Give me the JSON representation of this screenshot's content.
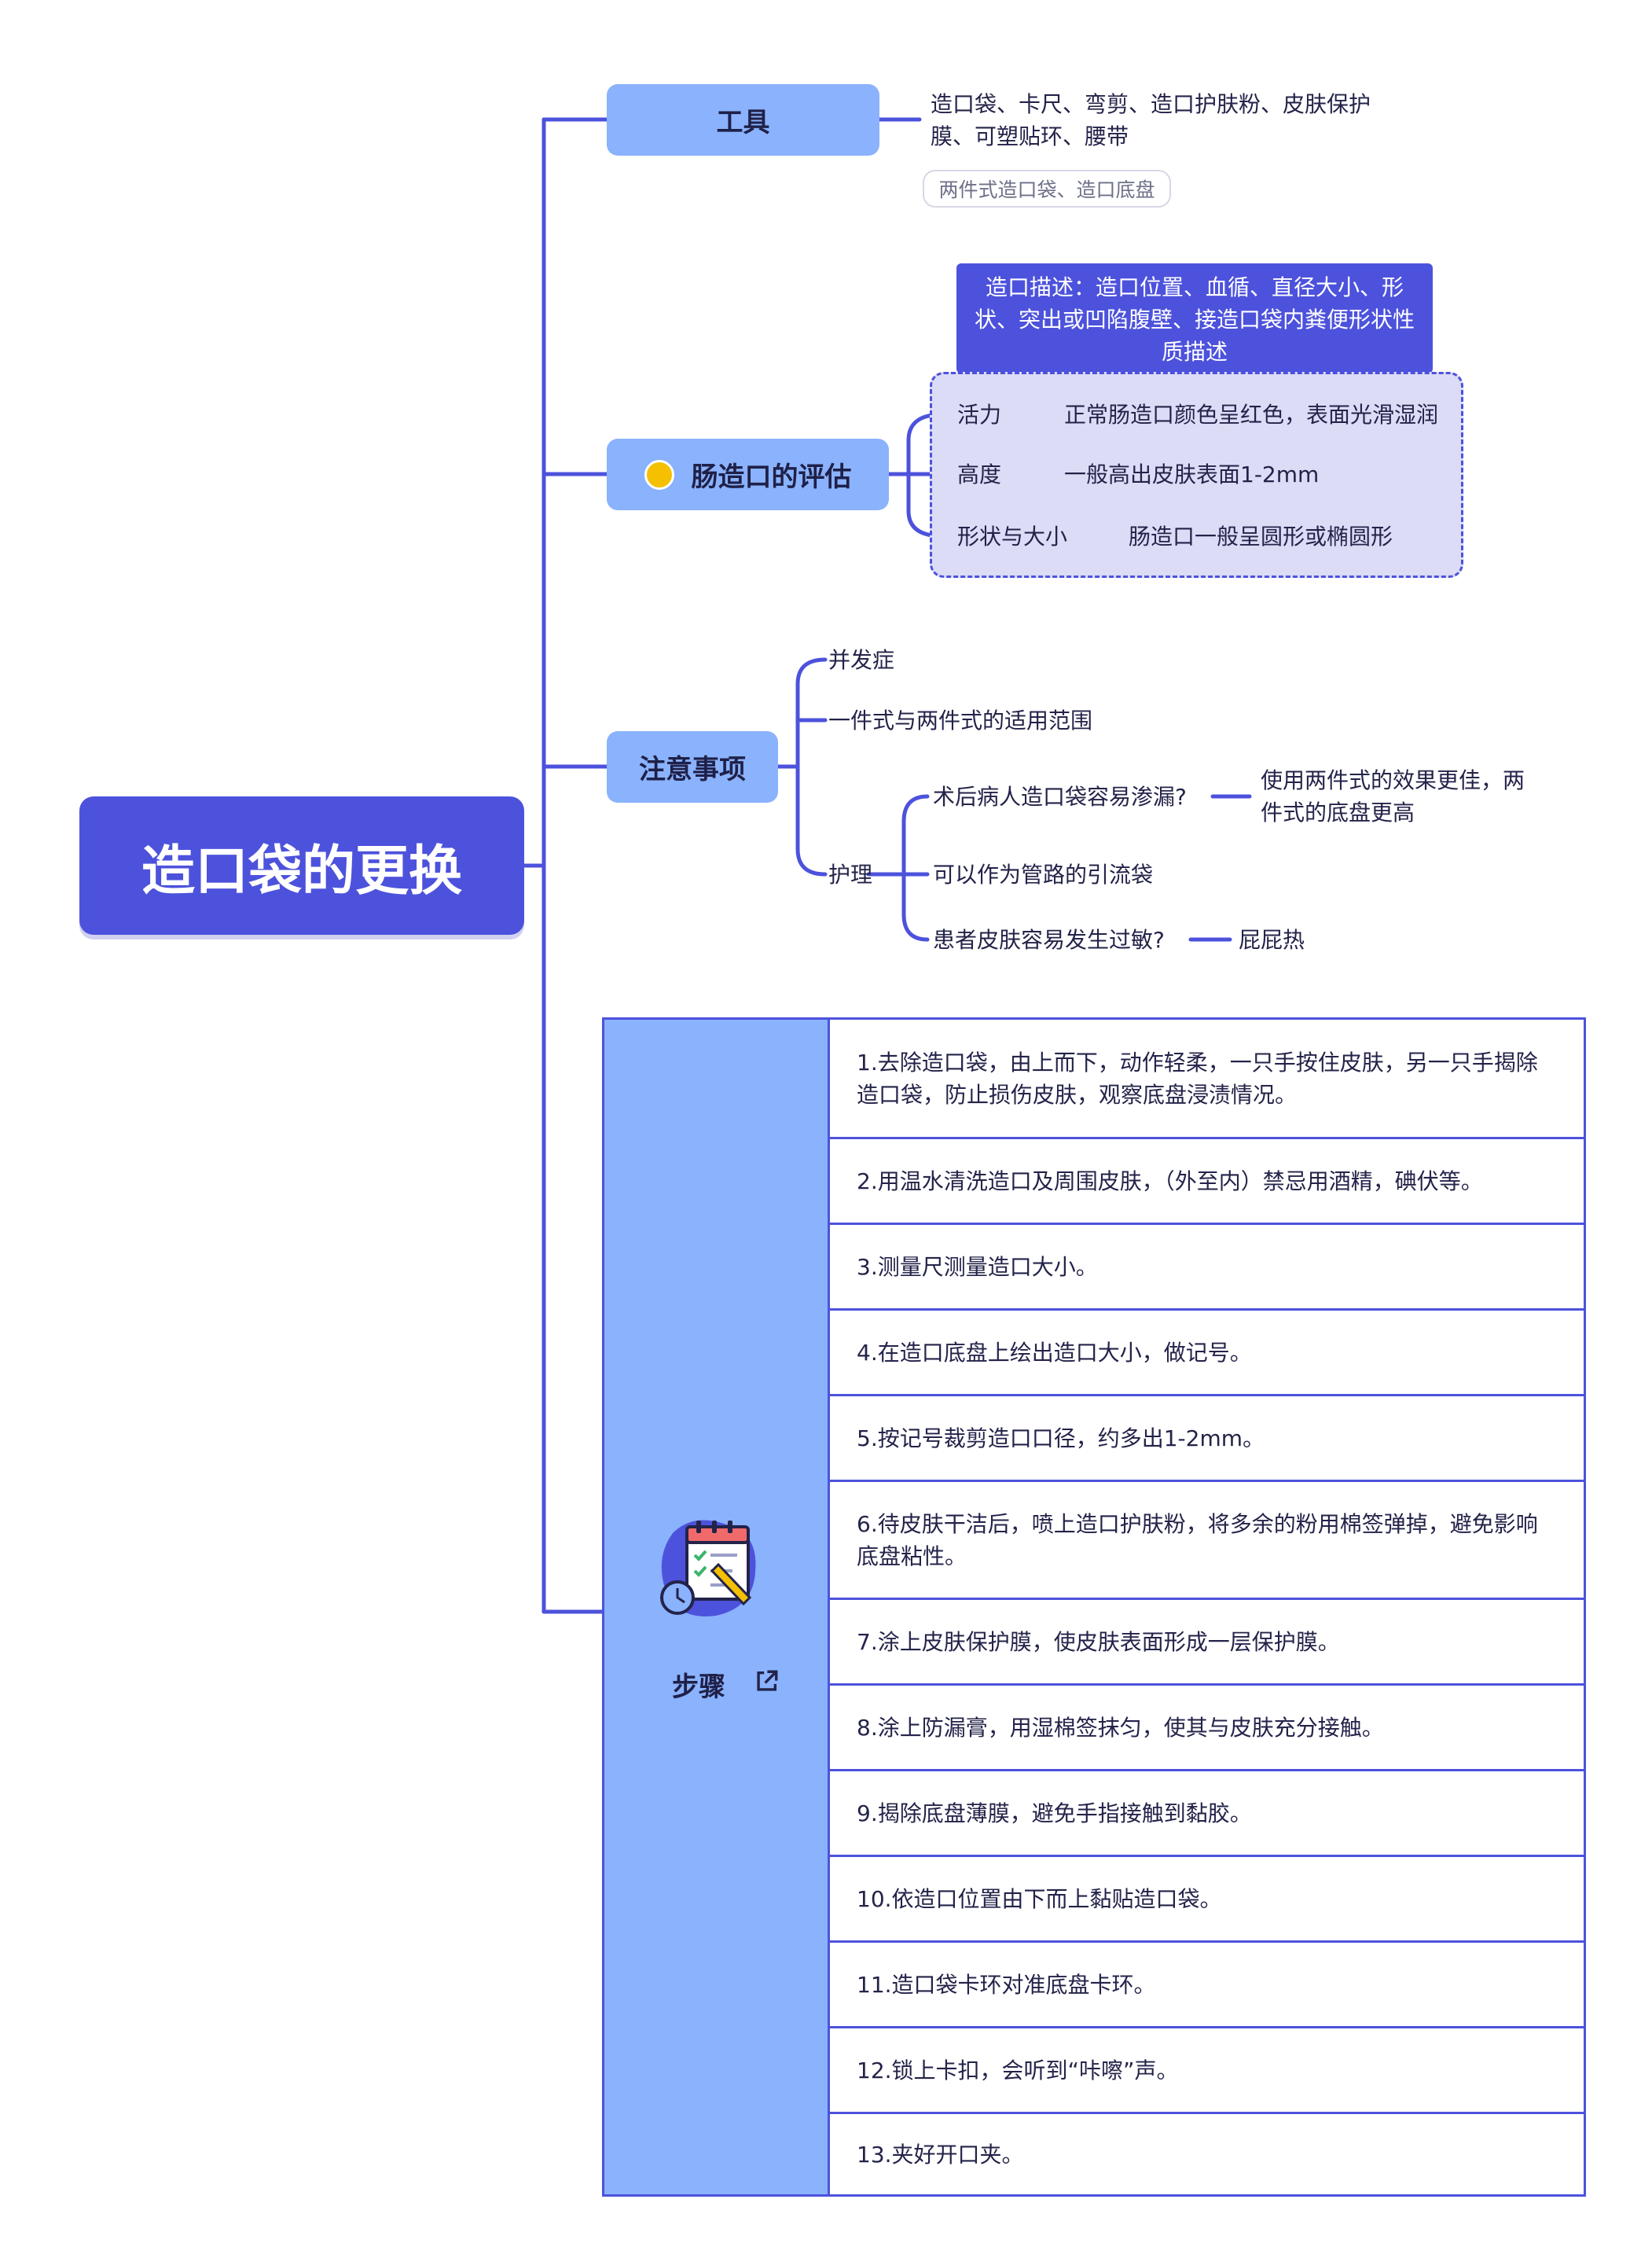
{
  "root": {
    "title": "造口袋的更换"
  },
  "tools": {
    "label": "工具",
    "items_line1": "造口袋、卡尺、弯剪、造口护肤粉、皮肤保护",
    "items_line2": "膜、可塑贴环、腰带",
    "tag": "两件式造口袋、造口底盘"
  },
  "assessment": {
    "label": "肠造口的评估",
    "callout_line1": "造口描述：造口位置、血循、直径大小、形",
    "callout_line2": "状、突出或凹陷腹壁、接造口袋内粪便形状性",
    "callout_line3": "质描述",
    "items": [
      {
        "name": "活力",
        "desc": "正常肠造口颜色呈红色，表面光滑湿润"
      },
      {
        "name": "高度",
        "desc": "一般高出皮肤表面1-2mm"
      },
      {
        "name": "形状与大小",
        "desc": "肠造口一般呈圆形或椭圆形"
      }
    ]
  },
  "notes": {
    "label": "注意事项",
    "complication": "并发症",
    "scope": "一件式与两件式的适用范围",
    "care": {
      "label": "护理",
      "q1": "术后病人造口袋容易渗漏?",
      "a1_line1": "使用两件式的效果更佳，两",
      "a1_line2": "件式的底盘更高",
      "q2": "可以作为管路的引流袋",
      "q3": "患者皮肤容易发生过敏?",
      "a3": "屁屁热"
    }
  },
  "steps": {
    "label": "步骤",
    "items": [
      {
        "line1": "1.去除造口袋，由上而下，动作轻柔，一只手按住皮肤，另一只手揭除",
        "line2": "造口袋，防止损伤皮肤，观察底盘浸渍情况。"
      },
      {
        "line1": "2.用温水清洗造口及周围皮肤，（外至内）禁忌用酒精，碘伏等。",
        "line2": ""
      },
      {
        "line1": "3.测量尺测量造口大小。",
        "line2": ""
      },
      {
        "line1": "4.在造口底盘上绘出造口大小，做记号。",
        "line2": ""
      },
      {
        "line1": "5.按记号裁剪造口口径，约多出1-2mm。",
        "line2": ""
      },
      {
        "line1": "6.待皮肤干洁后，喷上造口护肤粉，将多余的粉用棉签弹掉，避免影响",
        "line2": "底盘粘性。"
      },
      {
        "line1": "7.涂上皮肤保护膜，使皮肤表面形成一层保护膜。",
        "line2": ""
      },
      {
        "line1": "8.涂上防漏膏，用湿棉签抹匀，使其与皮肤充分接触。",
        "line2": ""
      },
      {
        "line1": "9.揭除底盘薄膜，避免手指接触到黏胶。",
        "line2": ""
      },
      {
        "line1": "10.依造口位置由下而上黏贴造口袋。",
        "line2": ""
      },
      {
        "line1": "11.造口袋卡环对准底盘卡环。",
        "line2": ""
      },
      {
        "line1": "12.锁上卡扣，会听到“咔嚓”声。",
        "line2": ""
      },
      {
        "line1": "13.夹好开口夹。",
        "line2": ""
      }
    ]
  },
  "colors": {
    "primary": "#4d52dc",
    "branch": "#8ab2fd",
    "group": "#dcdcf6",
    "dot": "#f5c000"
  },
  "icons": [
    "external-link-icon",
    "checklist-calendar-icon",
    "status-dot-icon"
  ]
}
